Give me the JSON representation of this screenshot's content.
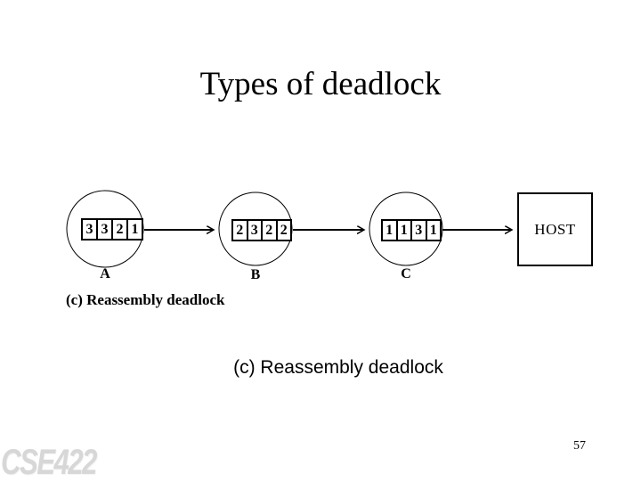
{
  "slide": {
    "title": "Types of deadlock",
    "caption": "(c) Reassembly deadlock",
    "page_number": "57",
    "watermark": "CSE422"
  },
  "diagram": {
    "figure_caption": "(c) Reassembly deadlock",
    "host_label": "HOST",
    "nodes": [
      {
        "label": "A",
        "cells": [
          "3",
          "3",
          "2",
          "1"
        ]
      },
      {
        "label": "B",
        "cells": [
          "2",
          "3",
          "2",
          "2"
        ]
      },
      {
        "label": "C",
        "cells": [
          "1",
          "1",
          "3",
          "1"
        ]
      }
    ]
  },
  "colors": {
    "ink": "#000000",
    "background": "#ffffff",
    "watermark": "#d7d7d7"
  }
}
